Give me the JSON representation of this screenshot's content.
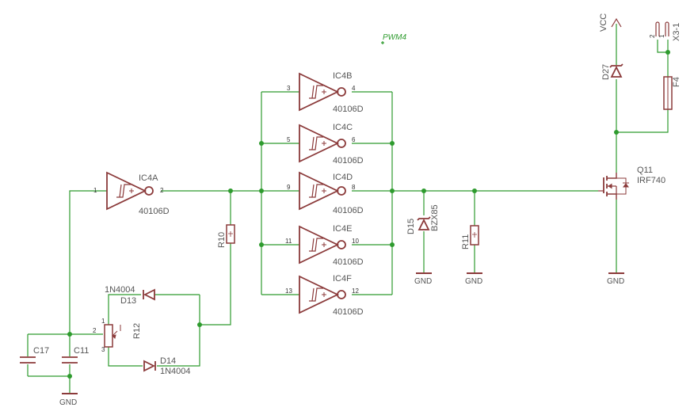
{
  "net_label": "PWM4",
  "supply": "VCC",
  "ground": "GND",
  "gates": [
    {
      "ref": "IC4A",
      "part": "40106D",
      "pin_in": "1",
      "pin_out": "2"
    },
    {
      "ref": "IC4B",
      "part": "40106D",
      "pin_in": "3",
      "pin_out": "4"
    },
    {
      "ref": "IC4C",
      "part": "40106D",
      "pin_in": "5",
      "pin_out": "6"
    },
    {
      "ref": "IC4D",
      "part": "40106D",
      "pin_in": "9",
      "pin_out": "8"
    },
    {
      "ref": "IC4E",
      "part": "40106D",
      "pin_in": "11",
      "pin_out": "10"
    },
    {
      "ref": "IC4F",
      "part": "40106D",
      "pin_in": "13",
      "pin_out": "12"
    }
  ],
  "resistors": {
    "r10": "R10",
    "r11": "R11",
    "r12": "R12"
  },
  "pot_pins": {
    "p1": "1",
    "p2": "2",
    "p3": "3"
  },
  "diodes": {
    "d13_ref": "D13",
    "d13_part": "1N4004",
    "d14_ref": "D14",
    "d14_part": "1N4004",
    "d15_ref": "D15",
    "d15_part": "BZX85",
    "d27_ref": "D27"
  },
  "capacitors": {
    "c17": "C17",
    "c11": "C11"
  },
  "mosfet": {
    "ref": "Q11",
    "part": "IRF740"
  },
  "fuse": "F4",
  "connector": {
    "ref": "X3-1",
    "pin1": "1",
    "pin2": "2"
  }
}
